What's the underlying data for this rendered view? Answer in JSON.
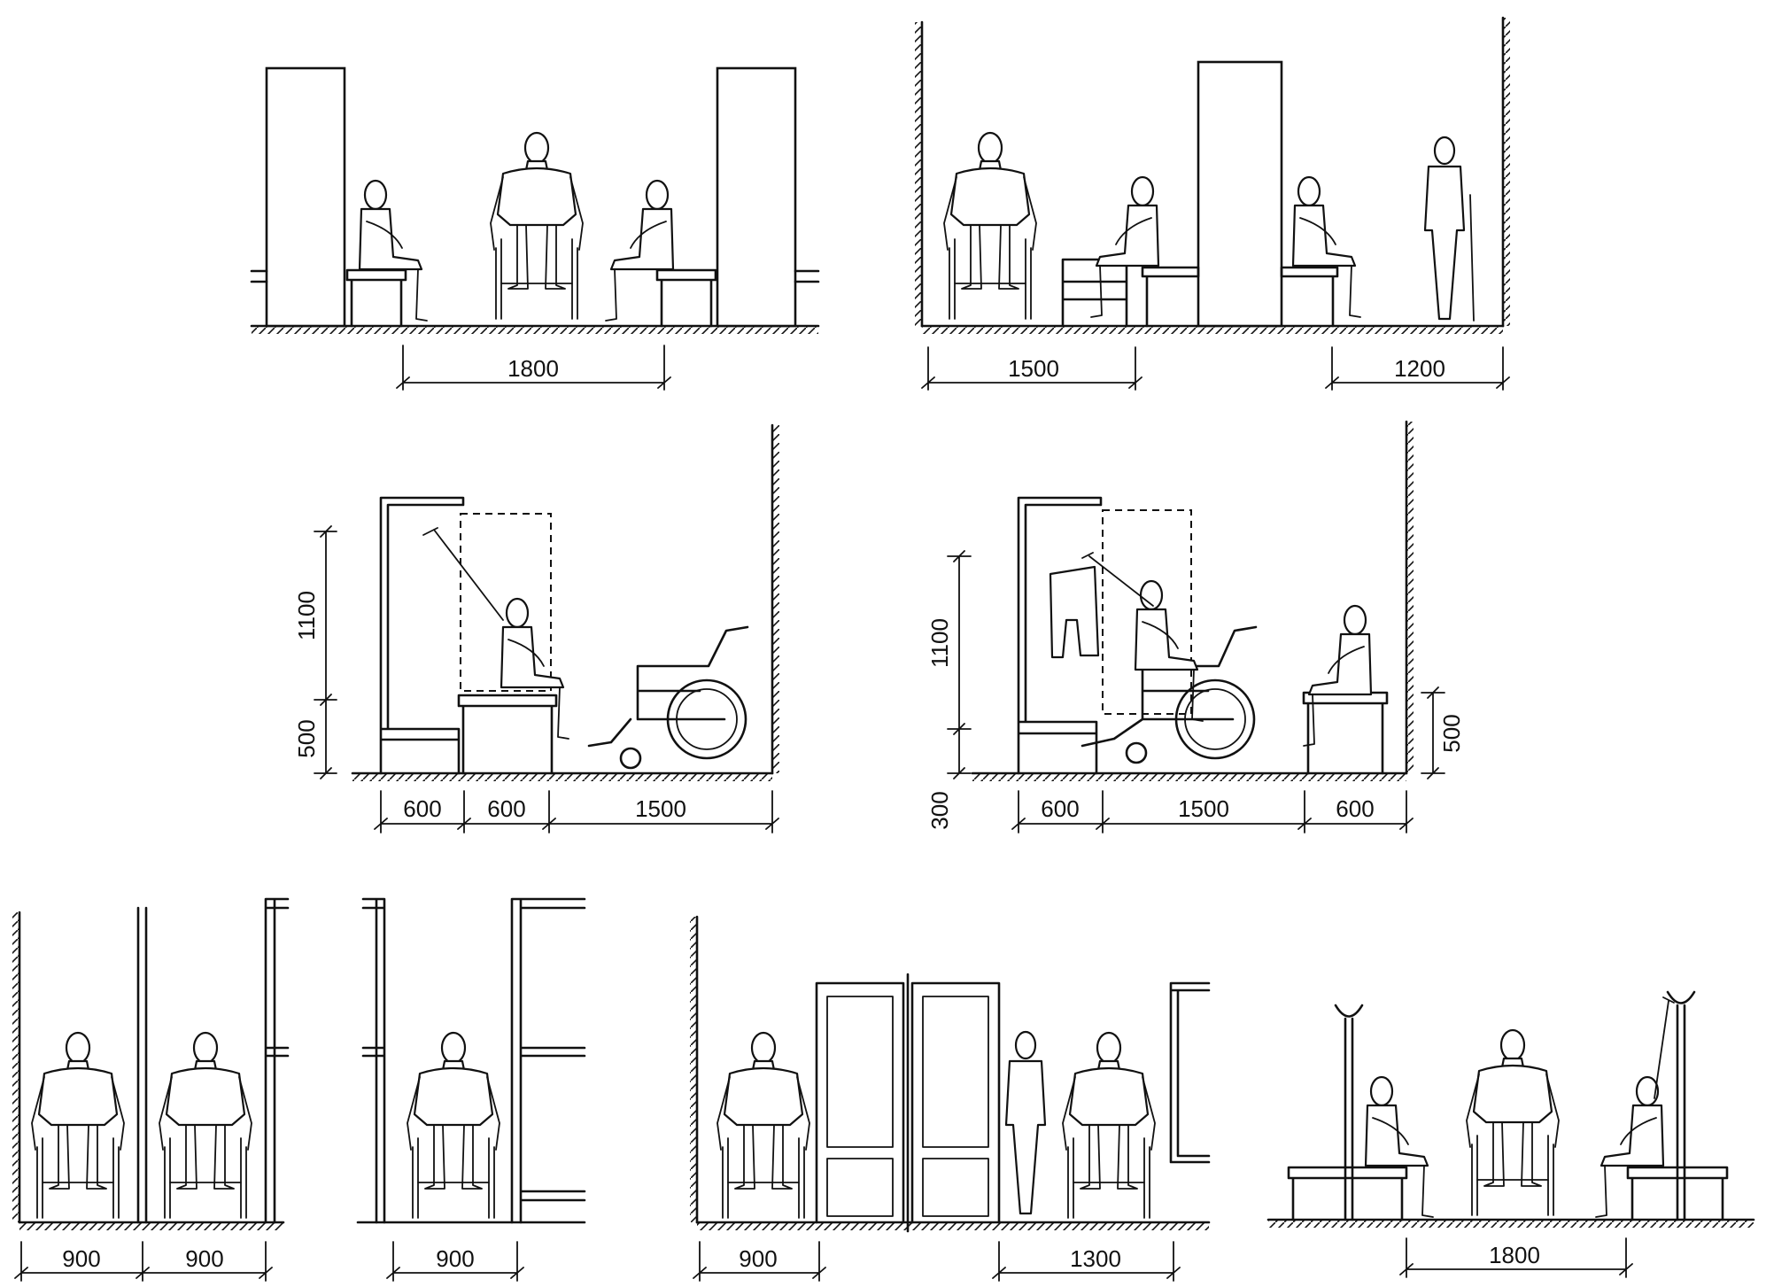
{
  "panels": [
    {
      "id": "panel-1",
      "dims": [
        "1800"
      ]
    },
    {
      "id": "panel-2",
      "dims": [
        "1500",
        "1200"
      ]
    },
    {
      "id": "panel-3",
      "dims": [
        "600",
        "600",
        "1500",
        "1100",
        "500"
      ]
    },
    {
      "id": "panel-4",
      "dims": [
        "600",
        "1500",
        "600",
        "1100",
        "300",
        "500"
      ]
    },
    {
      "id": "panel-5",
      "dims": [
        "900",
        "900"
      ]
    },
    {
      "id": "panel-6",
      "dims": [
        "900"
      ]
    },
    {
      "id": "panel-7",
      "dims": [
        "900",
        "1300"
      ]
    },
    {
      "id": "panel-8",
      "dims": [
        "1800"
      ]
    }
  ]
}
